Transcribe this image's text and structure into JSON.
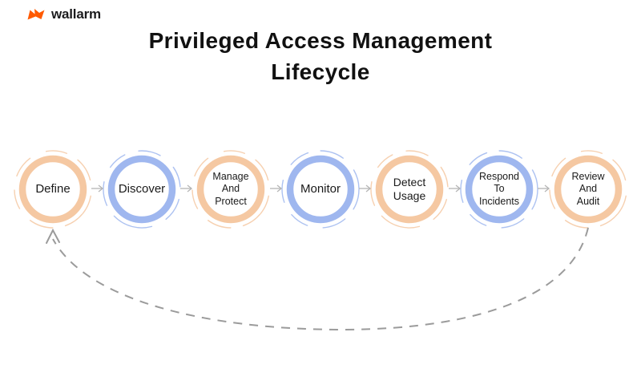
{
  "logo": {
    "brand": "wallarm",
    "mark_color": "#FF5A00",
    "text_color": "#1C1C1E"
  },
  "title": {
    "text": "Privileged Access Management\nLifecycle",
    "color": "#111111"
  },
  "diagram": {
    "description_type": "lifecycle-flow",
    "nodes": [
      {
        "label": "Define",
        "ring_color": "#F5C8A2"
      },
      {
        "label": "Discover",
        "ring_color": "#9FB7EF"
      },
      {
        "label": "Manage\nAnd\nProtect",
        "ring_color": "#F5C8A2"
      },
      {
        "label": "Monitor",
        "ring_color": "#9FB7EF"
      },
      {
        "label": "Detect\nUsage",
        "ring_color": "#F5C8A2"
      },
      {
        "label": "Respond\nTo\nIncidents",
        "ring_color": "#9FB7EF"
      },
      {
        "label": "Review\nAnd\nAudit",
        "ring_color": "#F5C8A2"
      }
    ],
    "flow_arrow_color": "#B5B5B5",
    "return_arrow_color": "#9B9B9B",
    "return_arrow_style": "dashed",
    "return_arrow_direction": "from Review And Audit back to Define"
  }
}
